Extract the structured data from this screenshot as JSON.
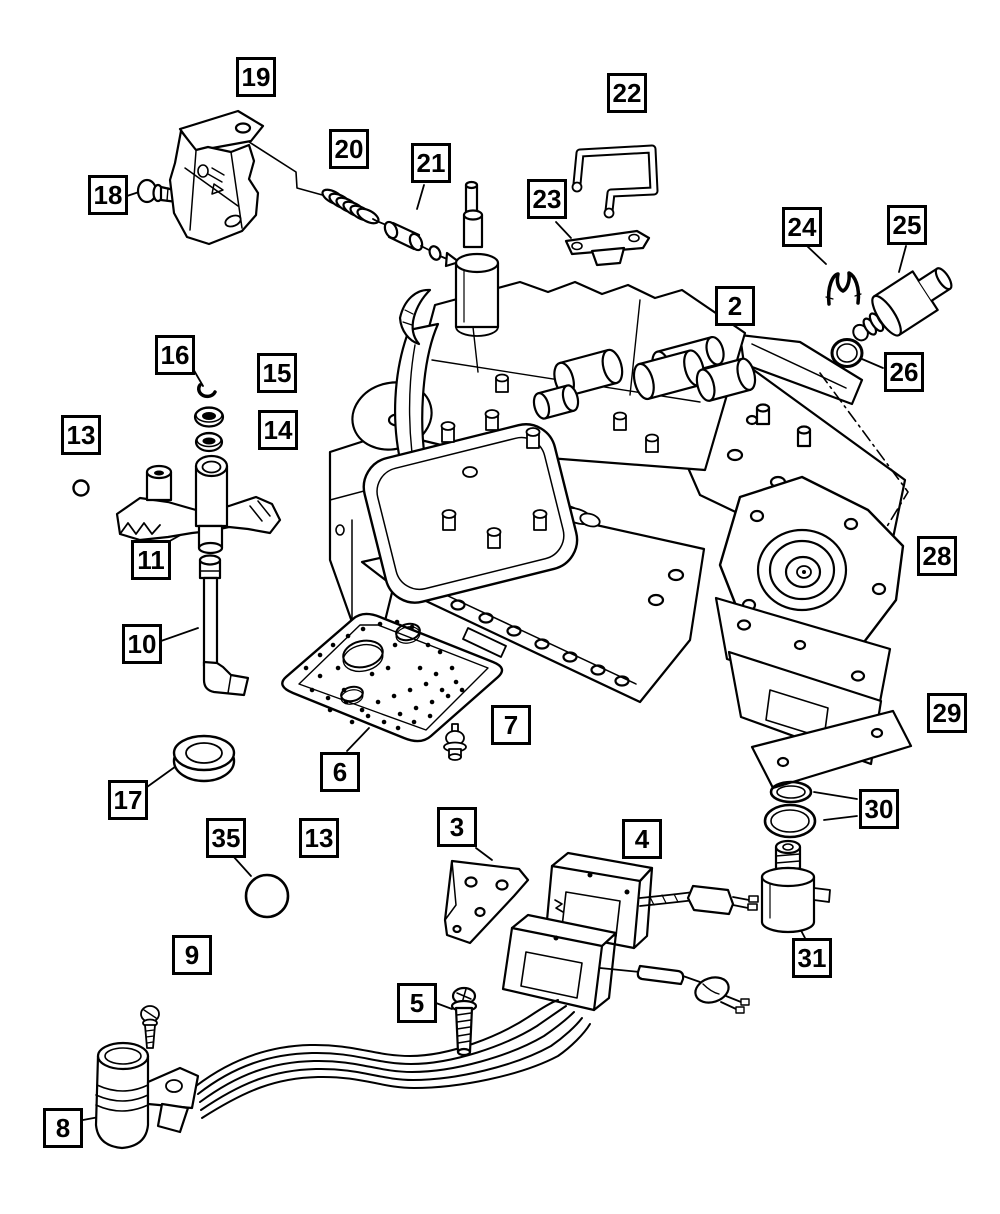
{
  "figure": {
    "type": "exploded-parts-diagram",
    "subject": "transmission-valve-body-assembly",
    "background_color": "#ffffff",
    "line_color": "#000000",
    "callout_box_style": "square-outline"
  },
  "callouts": [
    "19",
    "18",
    "20",
    "21",
    "22",
    "23",
    "24",
    "25",
    "2",
    "26",
    "16",
    "15",
    "13",
    "14",
    "11",
    "10",
    "28",
    "29",
    "17",
    "6",
    "7",
    "35",
    "13",
    "9",
    "3",
    "4",
    "5",
    "30",
    "31",
    "8"
  ]
}
